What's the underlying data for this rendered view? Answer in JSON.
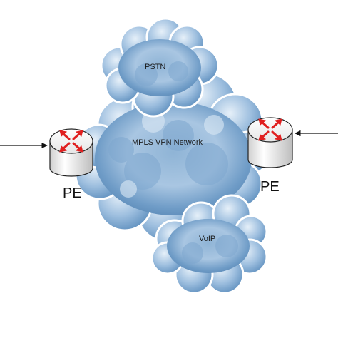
{
  "clouds": {
    "pstn": {
      "label": "PSTN"
    },
    "mpls": {
      "label": "MPLS VPN Network"
    },
    "voip": {
      "label": "VoIP"
    }
  },
  "routers": {
    "left": {
      "label": "PE"
    },
    "right": {
      "label": "PE"
    }
  },
  "colors": {
    "cloud_light": "#d6e6f3",
    "cloud_mid": "#8fb4d6",
    "cloud_dark": "#4f7fae",
    "router_arrow": "#e02020",
    "router_body": "#f0f0f0",
    "line": "#111111"
  }
}
